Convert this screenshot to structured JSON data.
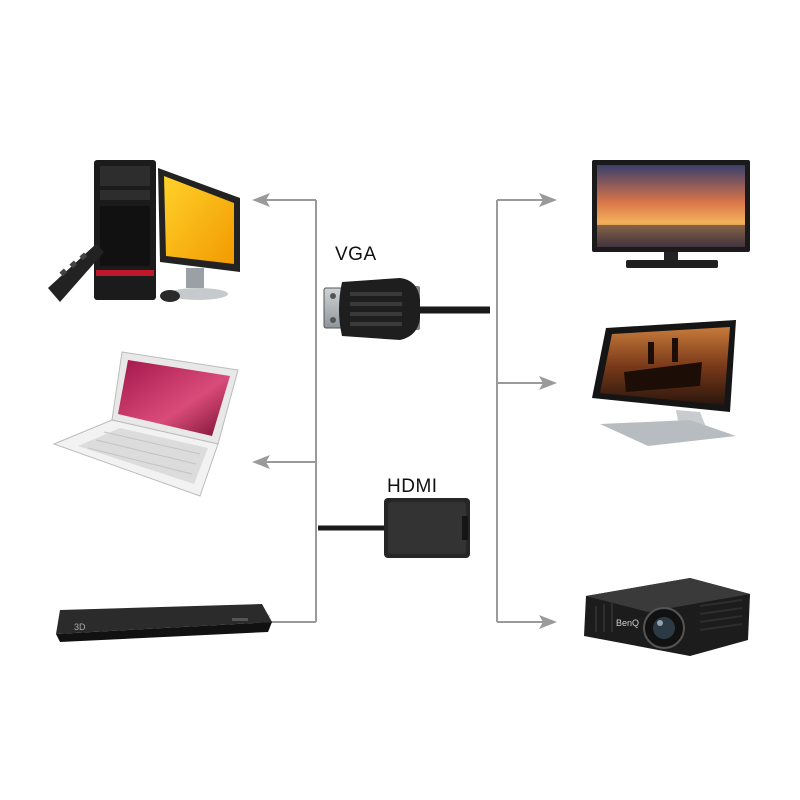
{
  "labels": {
    "vga": "VGA",
    "hdmi": "HDMI"
  },
  "colors": {
    "line": "#9a9a9a",
    "device_dark": "#1b1b1b",
    "cable": "#222222"
  },
  "sources": [
    {
      "device": "desktop-computer",
      "icon": "desktop-pc-icon"
    },
    {
      "device": "netbook-laptop",
      "icon": "laptop-icon"
    },
    {
      "device": "dvd-player",
      "icon": "dvd-player-icon"
    }
  ],
  "outputs": [
    {
      "device": "widescreen-tv",
      "icon": "tv-icon"
    },
    {
      "device": "lcd-monitor",
      "icon": "monitor-icon"
    },
    {
      "device": "projector",
      "icon": "projector-icon",
      "brand": "BenQ"
    }
  ],
  "dvd_badge": "3D"
}
